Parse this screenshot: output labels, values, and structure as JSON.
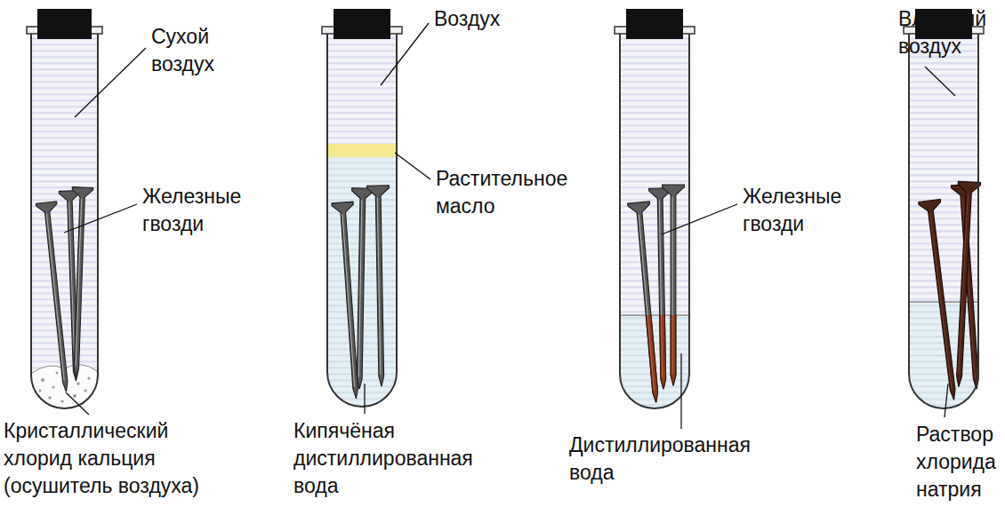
{
  "diagram": {
    "labels": [
      "Сухой воздух",
      "Железные гвозди",
      "Кристаллический хлорид кальция (осушитель воздуха)",
      "Воздух",
      "Растительное масло",
      "Кипячёная дистиллированная вода",
      "Железные гвозди",
      "Дистиллированная вода",
      "Влажный воздух",
      "Раствор хлорида натрия"
    ]
  }
}
